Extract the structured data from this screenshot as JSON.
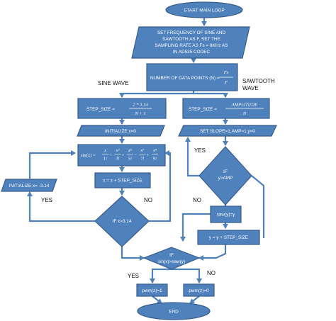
{
  "nodes": {
    "start": "START MAIN LOOP",
    "set_freq": [
      "SET FREQUENCY OF SINE AND",
      "SAWTOOTH AS F, SET THE",
      "SAMPLING RATE AS Fs = 8KHz AS",
      "IN AD535 CODEC"
    ],
    "num_points_text": "NUMBER OF DATA POINTS (N) =",
    "num_points_num": "Fs",
    "num_points_den": "F",
    "sine_step_text": "STEP_SIZE  =",
    "sine_step_num": "2 * 3.14",
    "sine_step_den": "N + 1",
    "saw_step_text": "STEP_SIZE  =",
    "saw_step_num": "AMPLITUDE",
    "saw_step_den": "N",
    "init_x": "INITIALIZE x=0",
    "set_slope": "SET  SLOPE=1,AMP=1,y=0",
    "sin_eq": "sin(x) = ",
    "sin_terms": [
      {
        "sign": "",
        "num": "x",
        "den": "1!"
      },
      {
        "sign": "−",
        "num": "x³",
        "den": "3!"
      },
      {
        "sign": "+",
        "num": "x⁵",
        "den": "5!"
      },
      {
        "sign": "−",
        "num": "x⁷",
        "den": "7!"
      },
      {
        "sign": "+",
        "num": "x⁹",
        "den": "9!"
      }
    ],
    "x_inc": "x = x + STEP_SIZE",
    "init_neg": "INITIALIZE x= -3.14",
    "if_x": "IF x>3.14",
    "if_y_1": "IF",
    "if_y_2": "y>AMP",
    "saw": "saw(y)=y",
    "y_inc": "y = y + STEP_SIZE",
    "if_sin_1": "IF",
    "if_sin_2": "sin(x)>saw(y)",
    "pwm1": "pwm(z)=1",
    "pwm0": "pwm(z)=0",
    "end": "END"
  },
  "labels": {
    "sine_wave": "SINE WAVE",
    "sawtooth_1": "SAWTOOTH",
    "sawtooth_2": "WAVE",
    "yes_saw": "YES",
    "yes_sine": "YES",
    "no_sine": "NO",
    "no_saw": "NO",
    "yes_final": "YES",
    "no_final": "NO"
  },
  "colors": {
    "fill": "#4F81BD",
    "stroke": "#385D8A",
    "text": "#FFFFFF"
  }
}
